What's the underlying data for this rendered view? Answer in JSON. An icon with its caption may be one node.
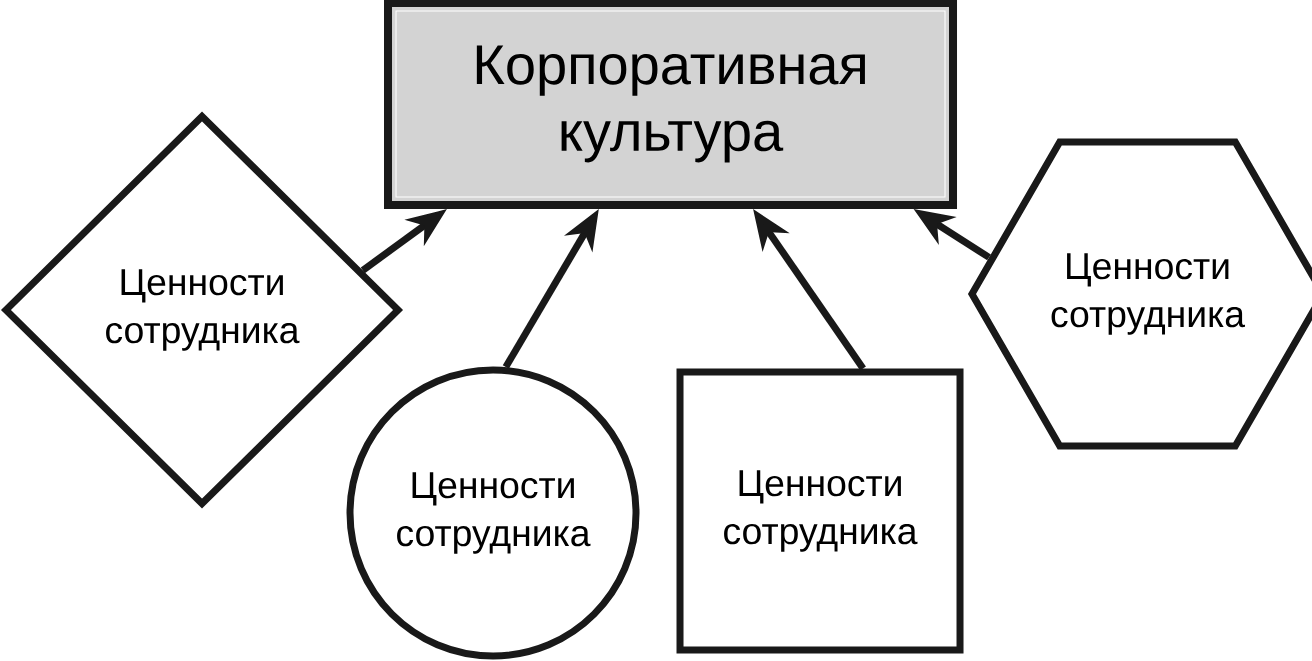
{
  "diagram": {
    "nodes": [
      {
        "text": [
          "Корпоративная культура"
        ]
      },
      {
        "text": [
          "Ценности сотрудника"
        ]
      },
      {
        "text": [
          "Ценности сотрудника"
        ]
      },
      {
        "text": [
          "Ценности сотрудника"
        ]
      },
      {
        "text": [
          "Ценности сотрудника"
        ]
      }
    ],
    "edges": [
      {
        "from": 1,
        "to": 0,
        "arrow": "to"
      },
      {
        "from": 2,
        "to": 0,
        "arrow": "to"
      },
      {
        "from": 3,
        "to": 0,
        "arrow": "to"
      },
      {
        "from": 4,
        "to": 0,
        "arrow": "to"
      }
    ]
  }
}
